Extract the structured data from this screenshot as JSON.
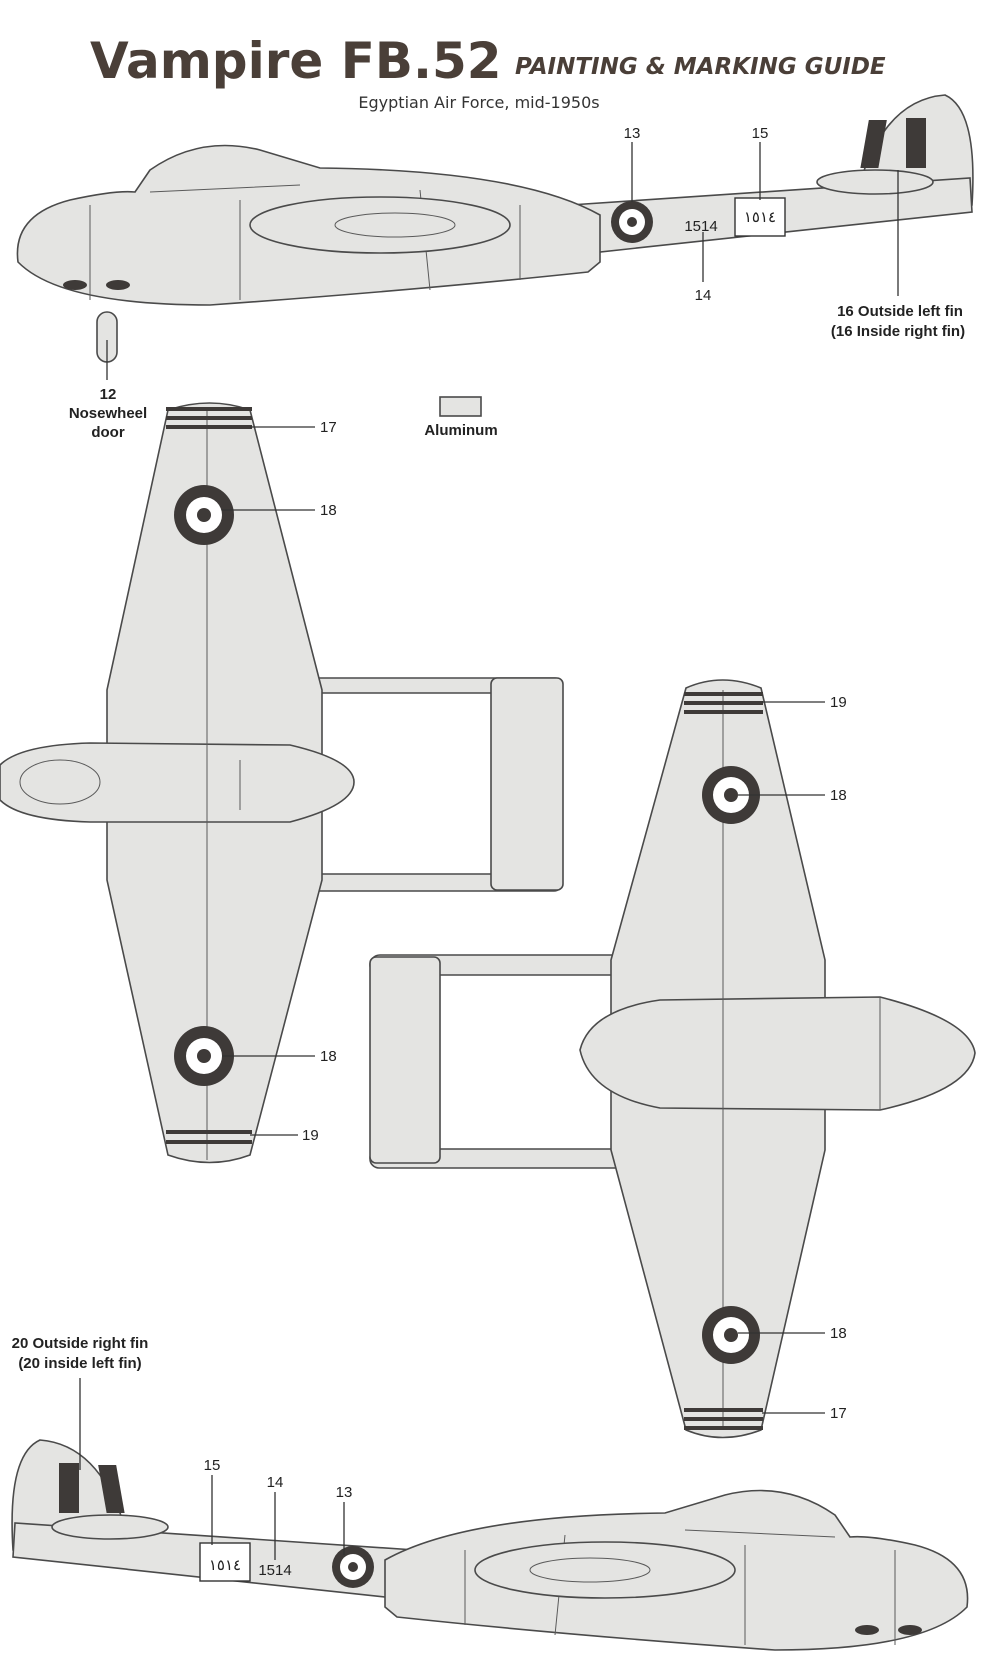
{
  "header": {
    "title": "Vampire FB.52",
    "guide": "PAINTING & MARKING GUIDE",
    "subtitle": "Egyptian Air Force, mid-1950s"
  },
  "legend": {
    "swatch_label": "Aluminum",
    "swatch_color": "#e4e4e2"
  },
  "colors": {
    "roundel_dark": "#3e3a38",
    "text": "#4a3f38"
  },
  "serials": {
    "latin": "1514",
    "arabic": "١٥١٤"
  },
  "callouts": {
    "c12": "12",
    "nosewheel": "Nosewheel",
    "door": "door",
    "c13": "13",
    "c14": "14",
    "c15": "15",
    "c16a": "16 Outside left fin",
    "c16b": "(16 Inside right fin)",
    "c17": "17",
    "c18": "18",
    "c19": "19",
    "c20a": "20 Outside right fin",
    "c20b": "(20 inside left fin)"
  }
}
